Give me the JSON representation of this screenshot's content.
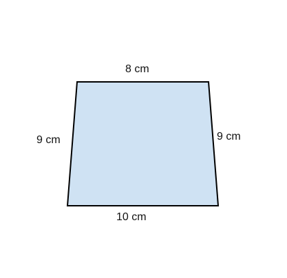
{
  "diagram": {
    "shape": "trapezoid",
    "fill_color": "#cfe2f3",
    "stroke_color": "#000000",
    "labels": {
      "top": "8 cm",
      "left": "9 cm",
      "right": "9 cm",
      "bottom": "10 cm"
    }
  }
}
